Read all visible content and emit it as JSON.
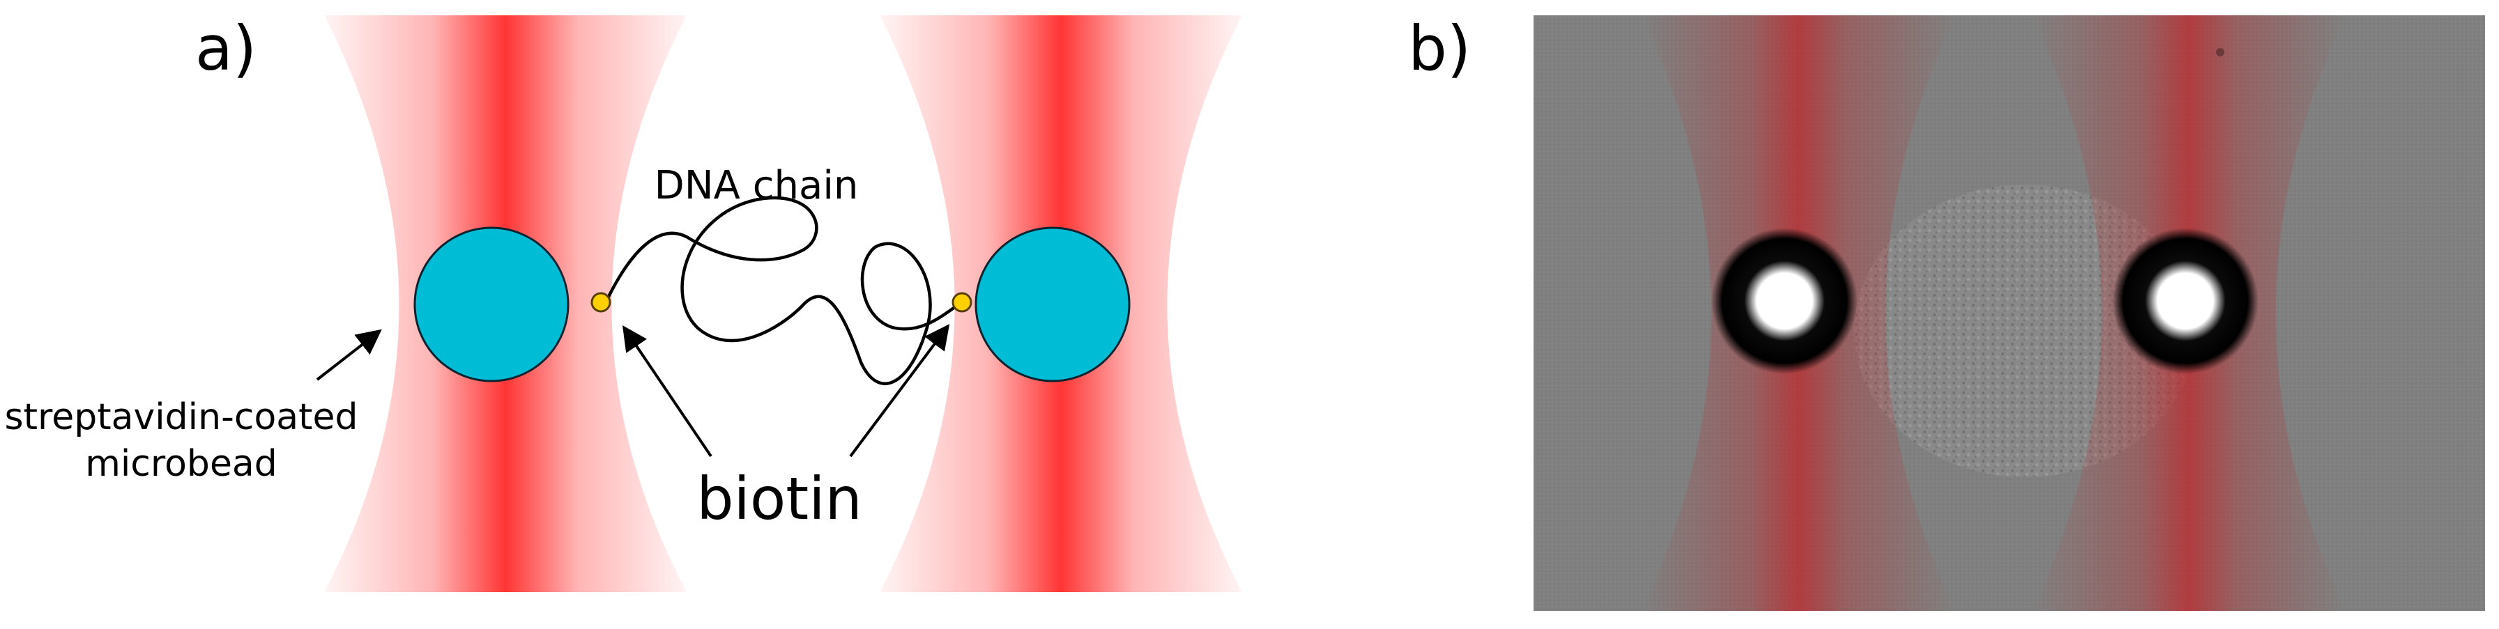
{
  "panel_a": {
    "label": "a)",
    "dna_label": "DNA chain",
    "bead_label_line1": "streptavidin-coated",
    "bead_label_line2": "microbead",
    "biotin_label": "biotin"
  },
  "panel_b": {
    "label": "b)"
  },
  "colors": {
    "beam_red": "#ff2a2a",
    "bead_cyan": "#00bcd4",
    "biotin_yellow": "#ffd000",
    "micrograph_gray": "#7f7f7f"
  }
}
